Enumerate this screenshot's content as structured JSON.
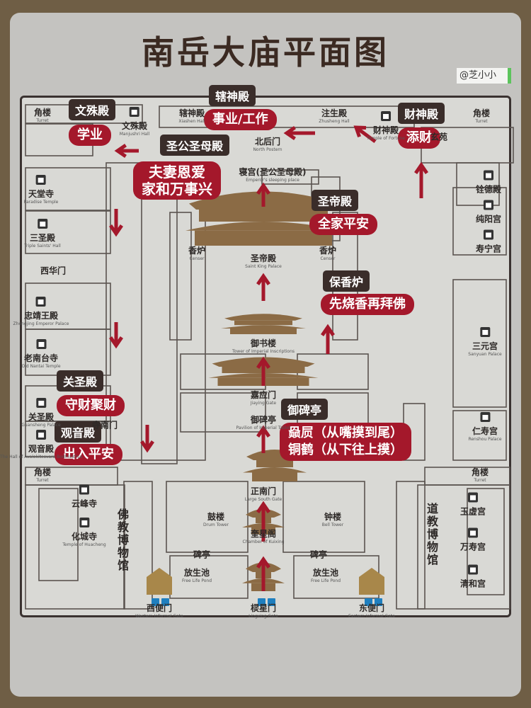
{
  "title": "南岳大庙平面图",
  "watermark": "@芝小小",
  "colors": {
    "frame": "#6f5e45",
    "callout_header": "#3a2d2a",
    "callout_text_bg": "#a4182b",
    "arrow": "#a4182b",
    "building": "#8b6b45"
  },
  "labels": [
    {
      "name": "角楼",
      "en": "Turret"
    },
    {
      "name": "文殊殿",
      "en": "Manjushri Hall"
    },
    {
      "name": "辖神殿",
      "en": "Xiashen Hall"
    },
    {
      "name": "北后门",
      "en": "North Postern"
    },
    {
      "name": "注生殿",
      "en": "Zhusheng Hall"
    },
    {
      "name": "财神殿",
      "en": "Temple of Fortune"
    },
    {
      "name": "玄苑",
      "en": ""
    },
    {
      "name": "角楼",
      "en": "Turret"
    },
    {
      "name": "寝宫(圣公圣母殿)",
      "en": "Emperor's sleeping place"
    },
    {
      "name": "天堂寺",
      "en": "Paradise Temple"
    },
    {
      "name": "三圣殿",
      "en": "Triple Saints' Hall"
    },
    {
      "name": "西华门",
      "en": ""
    },
    {
      "name": "铨德殿",
      "en": ""
    },
    {
      "name": "纯阳宫",
      "en": ""
    },
    {
      "name": "寿宁宫",
      "en": ""
    },
    {
      "name": "香炉",
      "en": "Censer"
    },
    {
      "name": "香炉",
      "en": "Censer"
    },
    {
      "name": "圣帝殿",
      "en": "Saint King Palace"
    },
    {
      "name": "忠靖王殿",
      "en": "Zhongjing Emperor Palace"
    },
    {
      "name": "老南台寺",
      "en": "Old Nantai Temple"
    },
    {
      "name": "三元宫",
      "en": "Sanyuan Palace"
    },
    {
      "name": "御书楼",
      "en": "Tower of Imperial Inscriptions"
    },
    {
      "name": "嘉应门",
      "en": "Jiaying Gate"
    },
    {
      "name": "御碑亭",
      "en": "Pavilion of Imperial Tablet"
    },
    {
      "name": "关圣殿",
      "en": "Guansheng Palace"
    },
    {
      "name": "观音殿",
      "en": "The Hall of Avalokitesvara Bodhisattva"
    },
    {
      "name": "仁寿宫",
      "en": "Renshou Palace"
    },
    {
      "name": "角楼",
      "en": "Turret"
    },
    {
      "name": "角楼",
      "en": "Turret"
    },
    {
      "name": "云峰寺",
      "en": ""
    },
    {
      "name": "化城寺",
      "en": "Temple of Huacheng"
    },
    {
      "name": "正南门",
      "en": "Large South Gate"
    },
    {
      "name": "鼓楼",
      "en": "Drum Tower"
    },
    {
      "name": "钟楼",
      "en": "Bell Tower"
    },
    {
      "name": "奎星阁",
      "en": "Chamber of Kuixing"
    },
    {
      "name": "碑亭",
      "en": ""
    },
    {
      "name": "碑亭",
      "en": ""
    },
    {
      "name": "放生池",
      "en": "Free Life Pond"
    },
    {
      "name": "放生池",
      "en": "Free Life Pond"
    },
    {
      "name": "玉虚宫",
      "en": ""
    },
    {
      "name": "万寿宫",
      "en": ""
    },
    {
      "name": "清和宫",
      "en": ""
    },
    {
      "name": "西便门",
      "en": "Western Informal Gate"
    },
    {
      "name": "棂星门",
      "en": "Lingxing Gate"
    },
    {
      "name": "东便门",
      "en": "Eastern Informal Gate"
    },
    {
      "name": "寺南门",
      "en": ""
    }
  ],
  "museums": [
    "佛教博物馆",
    "道教博物馆"
  ],
  "callouts": [
    {
      "header": "文殊殿",
      "text": "学业"
    },
    {
      "header": "辖神殿",
      "text": "事业/工作"
    },
    {
      "header": "圣公圣母殿",
      "text": "夫妻恩爱\n家和万事兴"
    },
    {
      "header": "财神殿",
      "text": "添财"
    },
    {
      "header": "圣帝殿",
      "text": "全家平安"
    },
    {
      "header": "保香炉",
      "text": "先烧香再拜佛"
    },
    {
      "header": "关圣殿",
      "text": "守财聚财"
    },
    {
      "header": "观音殿",
      "text": "出入平安"
    },
    {
      "header": "御碑亭",
      "text": "赑屃（从嘴摸到尾）\n铜鹤（从下往上摸）"
    }
  ]
}
